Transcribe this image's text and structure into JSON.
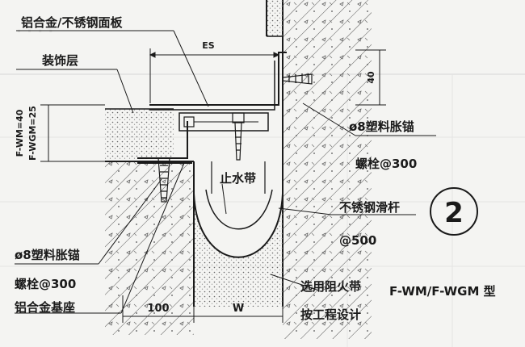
{
  "labels": {
    "panel": "铝合金/不锈钢面板",
    "decor": "装饰层",
    "bolt_right_1": "ø8塑料胀锚",
    "bolt_right_2": "螺栓@300",
    "waterstop": "止水带",
    "slide_rod_1": "不锈钢滑杆",
    "slide_rod_2": "@500",
    "bolt_left_1": "ø8塑料胀锚",
    "bolt_left_2": "螺栓@300",
    "base": "铝合金基座",
    "fire_1": "选用阻火带",
    "fire_2": "按工程设计",
    "model": "F-WM/F-WGM 型",
    "circle_num": "2"
  },
  "dimensions": {
    "es": "ES",
    "h40": "40",
    "wm": "F-WM=40",
    "wgm": "F-WGM=25",
    "d100": "100",
    "w": "W"
  },
  "colors": {
    "line": "#1a1a1a",
    "background": "#f4f4f2",
    "hatch": "#444444",
    "ghost": "#d4d4d4"
  }
}
